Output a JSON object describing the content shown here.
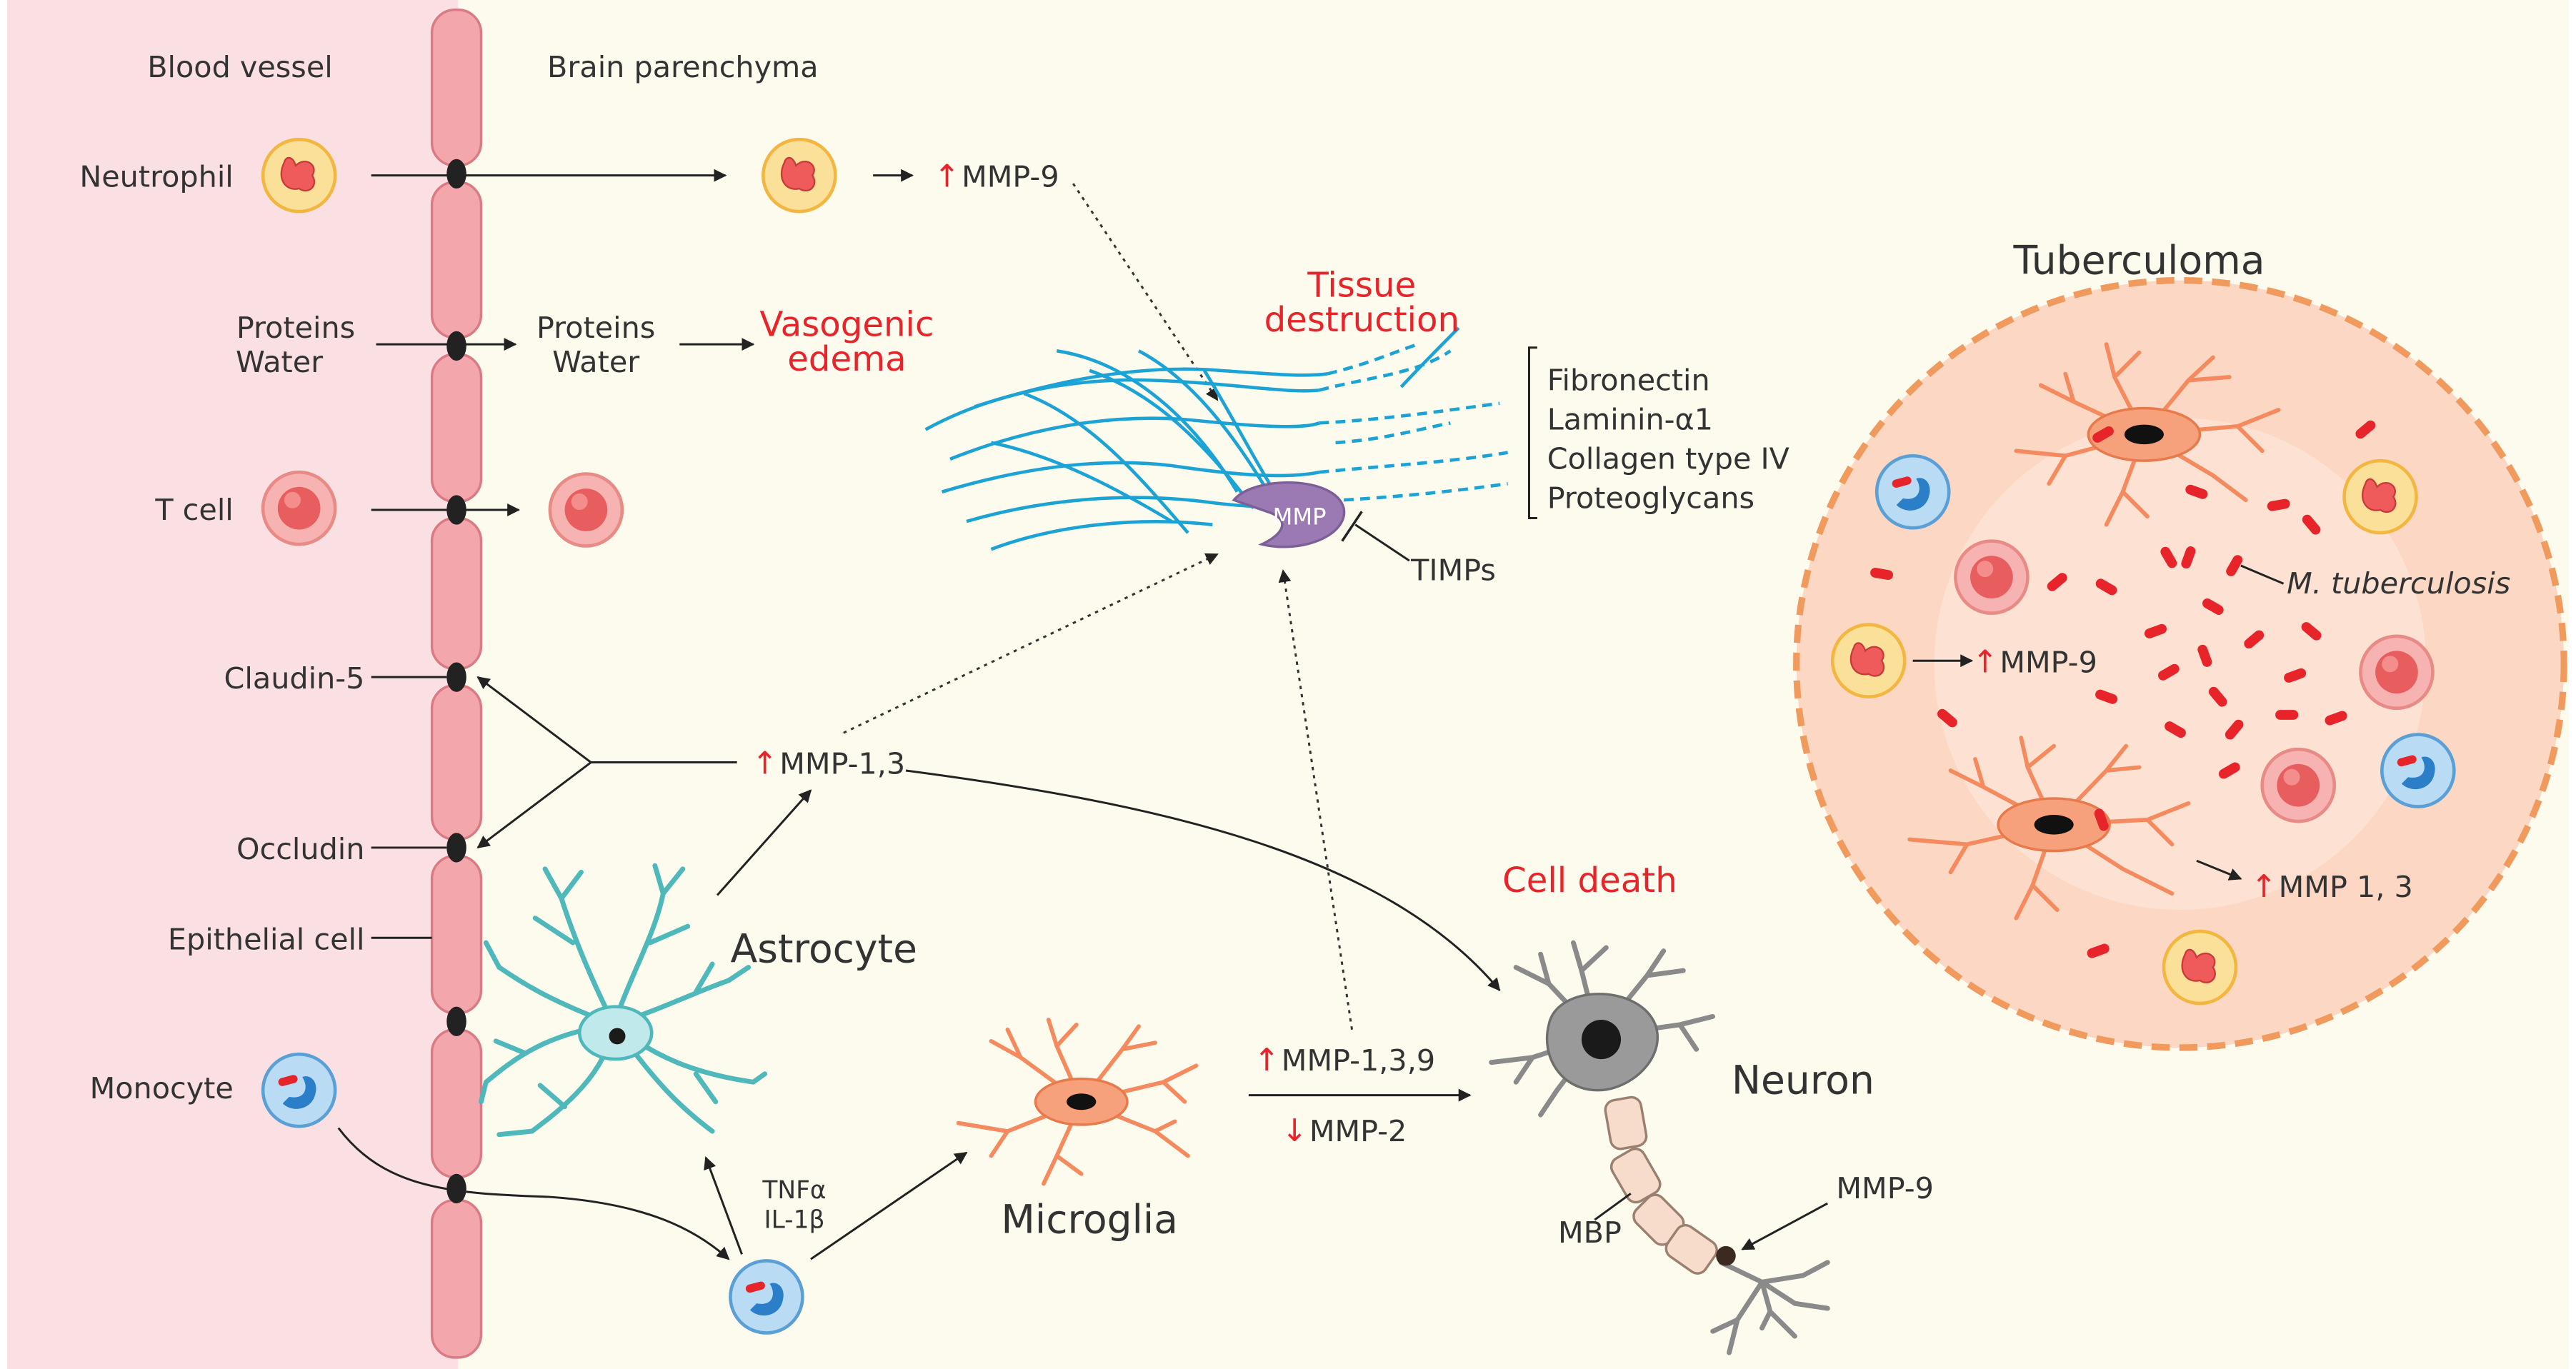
{
  "regions": {
    "blood_vessel": "Blood vessel",
    "brain_parenchyma": "Brain parenchyma"
  },
  "vessel_labels": {
    "neutrophil": "Neutrophil",
    "proteins": "Proteins",
    "water": "Water",
    "t_cell": "T cell",
    "claudin": "Claudin-5",
    "occludin": "Occludin",
    "epithelial": "Epithelial cell",
    "monocyte": "Monocyte"
  },
  "parenchyma_labels": {
    "proteins": "Proteins",
    "water": "Water",
    "vasogenic_1": "Vasogenic",
    "vasogenic_2": "edema",
    "mmp9": "MMP-9",
    "mmp13": "MMP-1,3",
    "astrocyte": "Astrocyte",
    "microglia": "Microglia",
    "tnf": "TNFα",
    "il1b": "IL-1β",
    "mmp139": "MMP-1,3,9",
    "mmp2": "MMP-2",
    "neuron": "Neuron",
    "cell_death": "Cell death",
    "mbp": "MBP",
    "axon_mmp9": "MMP-9"
  },
  "matrix": {
    "tissue_1": "Tissue",
    "tissue_2": "destruction",
    "enzyme": "MMP",
    "inhibitor": "TIMPs",
    "components": [
      "Fibronectin",
      "Laminin-α1",
      "Collagen type IV",
      "Proteoglycans"
    ]
  },
  "tuberculoma": {
    "title": "Tuberculoma",
    "bacterium": "M. tuberculosis",
    "mmp9": "MMP-9",
    "mmp13": "MMP 1, 3"
  },
  "colors": {
    "vessel_bg": "#fbe0e3",
    "parenchyma_bg": "#fdfbee",
    "red_text": "#e8242b",
    "vessel_cell": "#f4a6ad",
    "junction": "#222222",
    "fiber": "#1ba3d6",
    "mmp_enzyme": "#9b7ab3",
    "tuberculoma_fill": "#fbd7c4",
    "tuberculoma_border": "#f09a5e",
    "microglia": "#f48a5e",
    "astrocyte": "#5ec4c6",
    "neuron": "#8a8a8a",
    "bacillus": "#e8242b"
  },
  "icons": [
    "neutrophil-icon",
    "t-cell-icon",
    "monocyte-icon",
    "astrocyte-icon",
    "microglia-icon",
    "neuron-icon",
    "mmp-enzyme-icon",
    "up-arrow-icon",
    "down-arrow-icon"
  ]
}
